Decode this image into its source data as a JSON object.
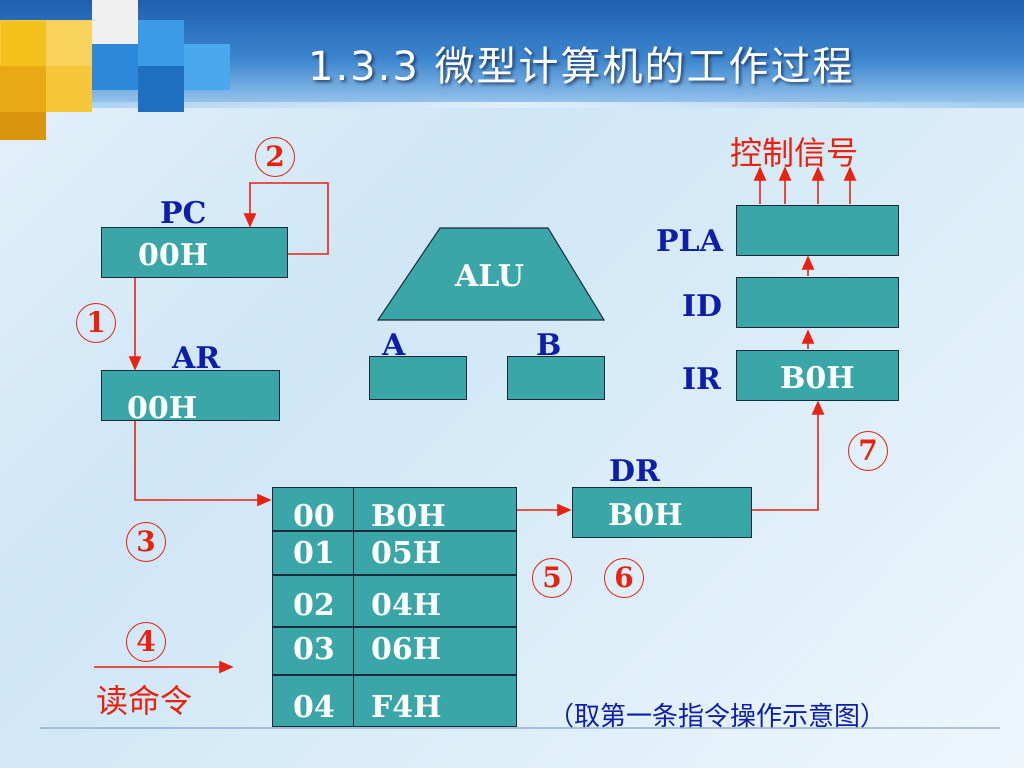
{
  "title": "1.3.3 微型计算机的工作过程",
  "control_signal": "控制信号",
  "registers": {
    "pc": {
      "label": "PC",
      "value": "00H"
    },
    "ar": {
      "label": "AR",
      "value": "00H"
    },
    "pla": {
      "label": "PLA"
    },
    "id": {
      "label": "ID"
    },
    "ir": {
      "label": "IR",
      "value": "B0H"
    },
    "dr": {
      "label": "DR",
      "value": "B0H"
    }
  },
  "alu": {
    "label": "ALU",
    "a_label": "A",
    "b_label": "B"
  },
  "memory": [
    {
      "addr": "00",
      "data": "B0H"
    },
    {
      "addr": "01",
      "data": "05H"
    },
    {
      "addr": "02",
      "data": "04H"
    },
    {
      "addr": "03",
      "data": "06H"
    },
    {
      "addr": "04",
      "data": "F4H"
    }
  ],
  "steps": [
    "1",
    "2",
    "3",
    "4",
    "5",
    "6",
    "7"
  ],
  "read_command": "读命令",
  "caption": "（取第一条指令操作示意图）",
  "colors": {
    "register_fill": "#3aa6a8",
    "wire": "#e8220f",
    "label": "#0d1fa8",
    "value": "#ffffff"
  }
}
